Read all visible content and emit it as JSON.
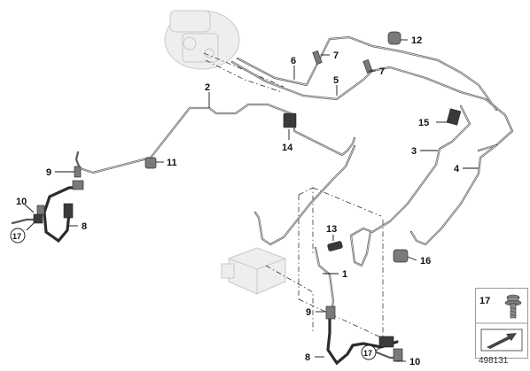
{
  "callouts": {
    "c1": "1",
    "c2": "2",
    "c3": "3",
    "c4": "4",
    "c5": "5",
    "c6": "6",
    "c7a": "7",
    "c7b": "7",
    "c8a": "8",
    "c8b": "8",
    "c9a": "9",
    "c9b": "9",
    "c10a": "10",
    "c10b": "10",
    "c11": "11",
    "c12": "12",
    "c13": "13",
    "c14": "14",
    "c15": "15",
    "c16": "16",
    "c17a": "17",
    "c17b": "17"
  },
  "legend": {
    "label": "17"
  },
  "reference_number": "498131",
  "colors": {
    "pipe": "#5a5a5a",
    "ghost_part": "#eeeeee",
    "label": "#111111"
  }
}
